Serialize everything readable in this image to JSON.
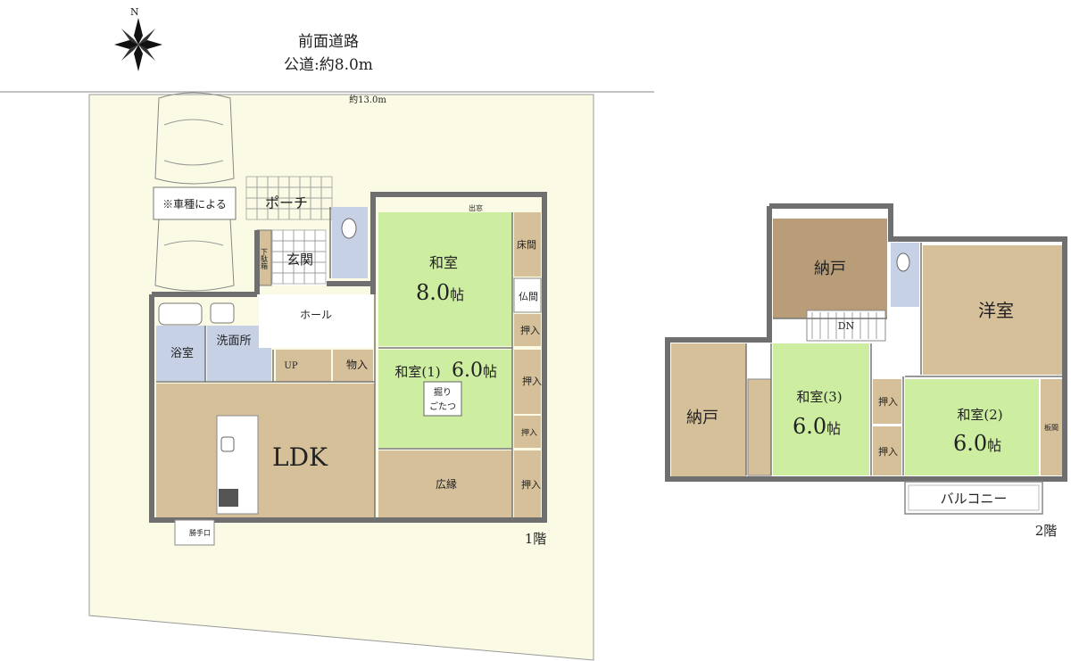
{
  "compass": {
    "north_letter": "N"
  },
  "road": {
    "title": "前面道路",
    "detail": "公道:約8.0m"
  },
  "site": {
    "width_label": "約13.0m"
  },
  "floor1": {
    "label": "1階",
    "car_note": "※車種による",
    "porch": "ポーチ",
    "shoe_cabinet": "下駄箱",
    "entrance": "玄関",
    "hall": "ホール",
    "bath": "浴室",
    "washroom": "洗面所",
    "up": "UP",
    "storage": "物入",
    "washitsu_8": {
      "name": "和室",
      "size": "8.0",
      "unit": "帖"
    },
    "tokonoma": "床間",
    "butsuma": "仏間",
    "oshiire": "押入",
    "demado": "出窓",
    "washitsu_1": {
      "name": "和室(1)",
      "size": "6.0",
      "unit": "帖"
    },
    "kotatsu_1": "掘り",
    "kotatsu_2": "ごたつ",
    "ldk": "LDK",
    "engawa": "広縁",
    "back_door": "勝手口"
  },
  "floor2": {
    "label": "2階",
    "nando": "納戸",
    "yoshitsu": "洋室",
    "dn": "DN",
    "washitsu_3": {
      "name": "和室(3)",
      "size": "6.0",
      "unit": "帖"
    },
    "washitsu_2": {
      "name": "和室(2)",
      "size": "6.0",
      "unit": "帖"
    },
    "oshiire": "押入",
    "itama": "板間",
    "balcony": "バルコニー"
  },
  "colors": {
    "site": "#fbfbe5",
    "washitsu": "#cdeda0",
    "wood": "#d6c09a",
    "nando": "#b89d78",
    "wet": "#c7d1e6",
    "wall": "#6f6f6f"
  }
}
